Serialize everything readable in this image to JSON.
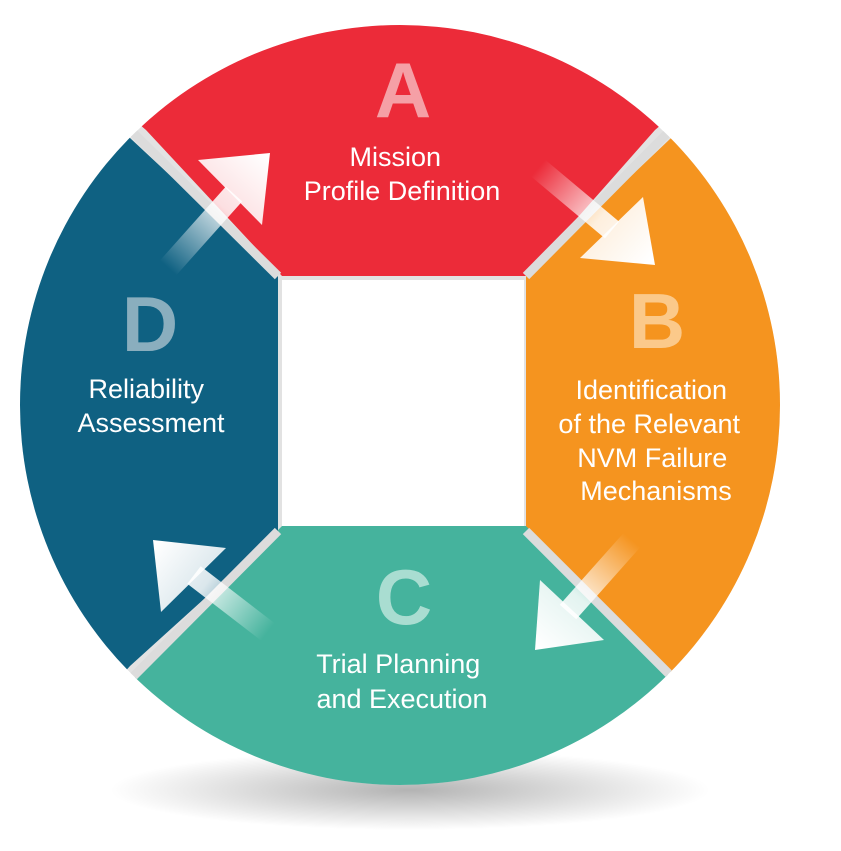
{
  "segments": [
    {
      "id": "a",
      "letter": "A",
      "lines": [
        "Mission",
        "Profile Definition"
      ],
      "color": "#ec2b39",
      "letter_color": "#f5a0a6"
    },
    {
      "id": "b",
      "letter": "B",
      "lines": [
        "Identification",
        "of the Relevant",
        "NVM Failure",
        "Mechanisms"
      ],
      "color": "#f5941f",
      "letter_color": "#fbc98a"
    },
    {
      "id": "c",
      "letter": "C",
      "lines": [
        "Trial Planning",
        "and Execution"
      ],
      "color": "#45b39d",
      "letter_color": "#a9ddd1"
    },
    {
      "id": "d",
      "letter": "D",
      "lines": [
        "Reliability",
        "Assessment"
      ],
      "color": "#0f6182",
      "letter_color": "#8aaebe"
    }
  ],
  "text_color": "#ffffff",
  "arrow_color": "#ffffff"
}
